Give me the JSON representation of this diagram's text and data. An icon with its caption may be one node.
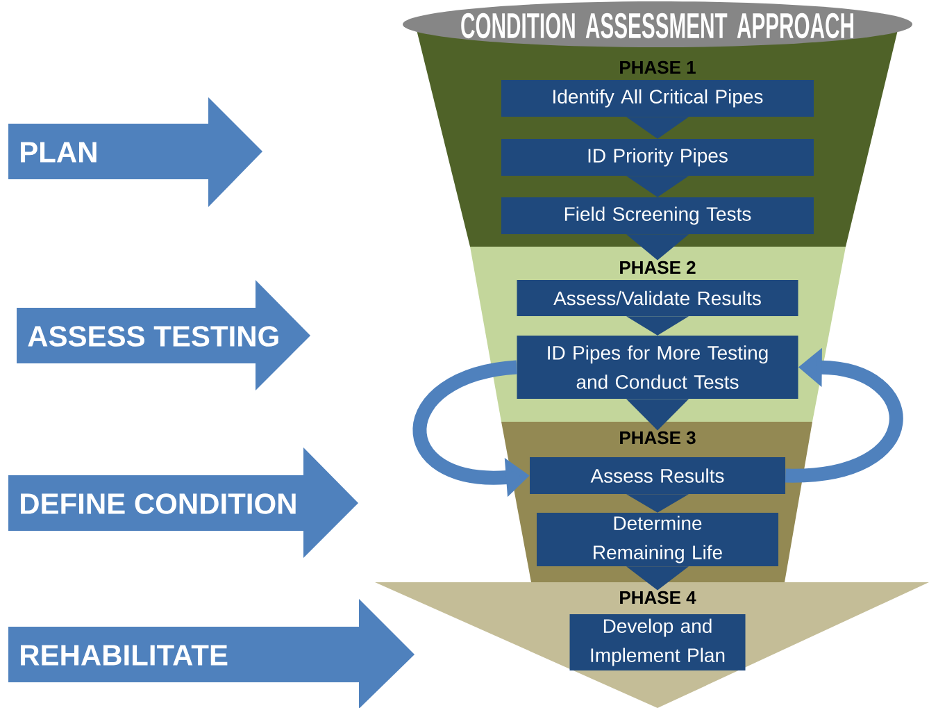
{
  "diagram": {
    "nodes": [
      {
        "text": [
          "PLAN"
        ]
      },
      {
        "text": [
          "ASSESS TESTING"
        ]
      },
      {
        "text": [
          "DEFINE CONDITION"
        ]
      },
      {
        "text": [
          "REHABILITATE"
        ]
      },
      {
        "text": [
          "CONDITION ASSESSMENT APPROACH"
        ]
      },
      {
        "text": [
          "PHASE 1"
        ]
      },
      {
        "text": [
          "Identify All Critical Pipes"
        ],
        "in": 5
      },
      {
        "text": [
          "ID Priority Pipes"
        ],
        "in": 5
      },
      {
        "text": [
          "Field Screening Tests"
        ],
        "in": 5
      },
      {
        "text": [
          "PHASE 2"
        ]
      },
      {
        "text": [
          "Assess/Validate Results"
        ],
        "in": 9
      },
      {
        "text": [
          "ID Pipes for More Testing and Conduct Tests"
        ],
        "in": 9
      },
      {
        "text": [
          "PHASE 3"
        ]
      },
      {
        "text": [
          "Assess Results"
        ],
        "in": 12
      },
      {
        "text": [
          "Determine Remaining Life"
        ],
        "in": 12
      },
      {
        "text": [
          "PHASE 4"
        ]
      },
      {
        "text": [
          "Develop and Implement Plan"
        ],
        "in": 15
      }
    ],
    "edges": [
      {
        "from": 6,
        "to": 7,
        "arrow": "to"
      },
      {
        "from": 7,
        "to": 8,
        "arrow": "to"
      },
      {
        "from": 8,
        "to": 9,
        "arrow": "to"
      },
      {
        "from": 10,
        "to": 11,
        "arrow": "to"
      },
      {
        "from": 11,
        "to": 12,
        "arrow": "to"
      },
      {
        "from": 13,
        "to": 14,
        "arrow": "to"
      },
      {
        "from": 14,
        "to": 15,
        "arrow": "to"
      },
      {
        "from": 11,
        "to": 13,
        "arrow": "to",
        "color": "#4f81bd"
      },
      {
        "from": 13,
        "to": 11,
        "arrow": "to",
        "color": "#4f81bd"
      }
    ]
  }
}
